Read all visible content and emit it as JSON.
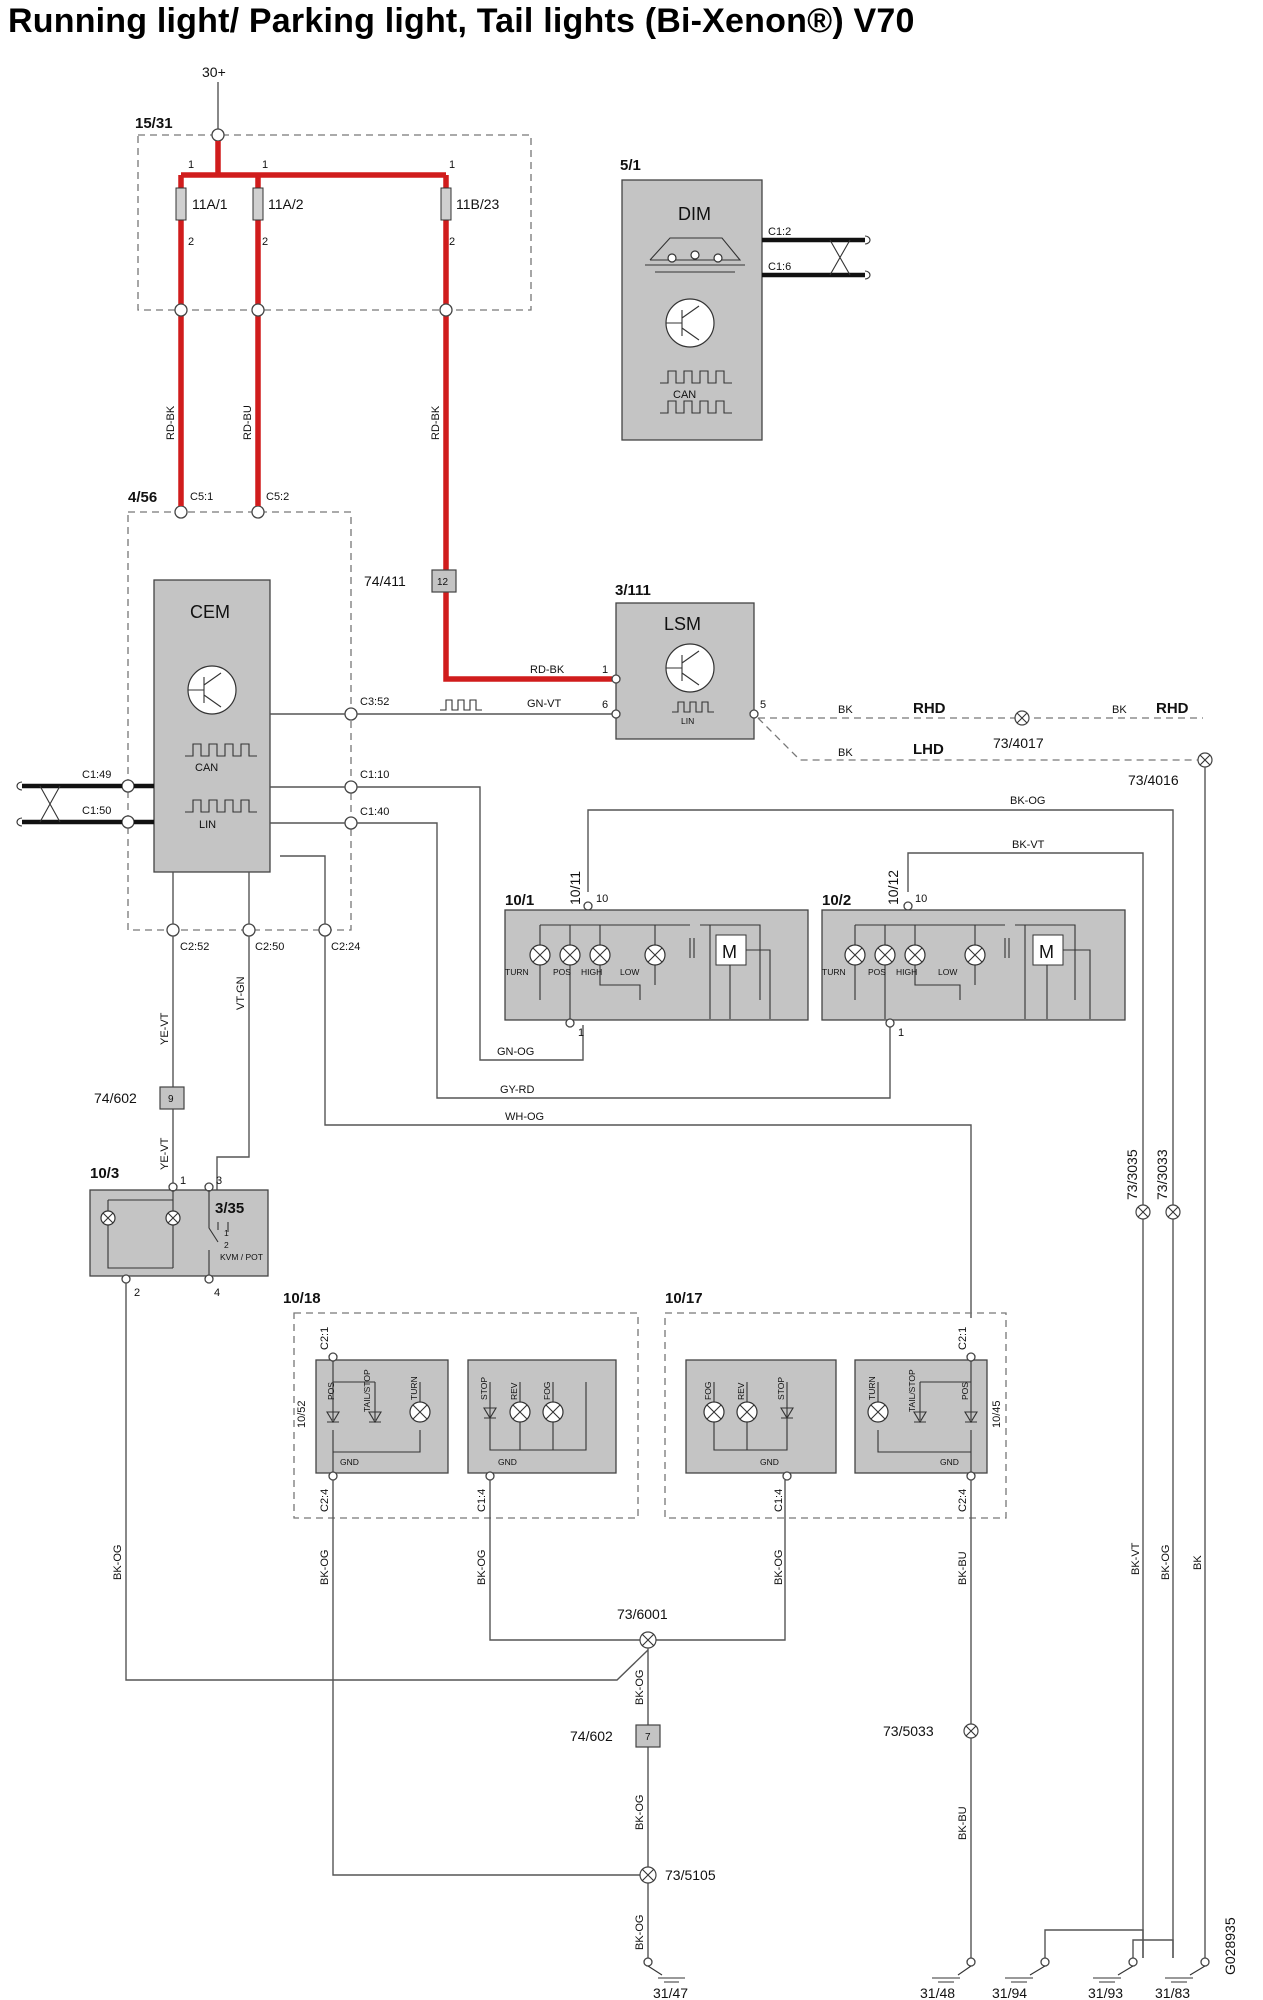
{
  "title": "Running light/ Parking light, Tail lights (Bi-Xenon®) V70",
  "figure_id": "G028935",
  "supply": "30+",
  "fuse_box": {
    "id": "15/31",
    "fuses": [
      {
        "name": "11A/1",
        "pin_in": "1",
        "pin_out": "2"
      },
      {
        "name": "11A/2",
        "pin_in": "1",
        "pin_out": "2"
      },
      {
        "name": "11B/23",
        "pin_in": "1",
        "pin_out": "2"
      }
    ]
  },
  "wire_colors": {
    "rd_bk": "RD-BK",
    "rd_bu": "RD-BU",
    "gn_vt": "GN-VT",
    "bk": "BK",
    "bk_og": "BK-OG",
    "bk_vt": "BK-VT",
    "gn_og": "GN-OG",
    "gy_rd": "GY-RD",
    "wh_og": "WH-OG",
    "ye_vt": "YE-VT",
    "vt_gn": "VT-GN",
    "bk_bu": "BK-BU"
  },
  "dim": {
    "id": "5/1",
    "name": "DIM",
    "bus": "CAN",
    "pins": [
      "C1:2",
      "C1:6"
    ]
  },
  "cem": {
    "id": "4/56",
    "name": "CEM",
    "bus_can": "CAN",
    "bus_lin": "LIN",
    "pins": {
      "c5_1": "C5:1",
      "c5_2": "C5:2",
      "c3_52": "C3:52",
      "c1_10": "C1:10",
      "c1_40": "C1:40",
      "c1_49": "C1:49",
      "c1_50": "C1:50",
      "c2_52": "C2:52",
      "c2_50": "C2:50",
      "c2_24": "C2:24"
    }
  },
  "lsm": {
    "id": "3/111",
    "name": "LSM",
    "bus": "LIN",
    "pins": [
      "1",
      "6",
      "5"
    ]
  },
  "connectors": {
    "c74_411": "74/411",
    "c74_411_pin": "12",
    "c74_602a": "74/602",
    "c74_602a_pin": "9",
    "c74_602b": "74/602",
    "c74_602b_pin": "7"
  },
  "steering": {
    "rhd": "RHD",
    "lhd": "LHD"
  },
  "splices": {
    "s4017": "73/4017",
    "s4016": "73/4016",
    "s3035": "73/3035",
    "s3033": "73/3033",
    "s6001": "73/6001",
    "s5033": "73/5033",
    "s5105": "73/5105"
  },
  "headlamps": [
    {
      "id": "10/1",
      "conn": "10/11",
      "pin_top": "10",
      "pin_bottom": "1",
      "bulbs": [
        "TURN",
        "POS",
        "HIGH",
        "LOW"
      ],
      "motor": "M"
    },
    {
      "id": "10/2",
      "conn": "10/12",
      "pin_top": "10",
      "pin_bottom": "1",
      "bulbs": [
        "TURN",
        "POS",
        "HIGH",
        "LOW"
      ],
      "motor": "M"
    }
  ],
  "plate_light": {
    "id": "10/3",
    "switch_id": "3/35",
    "switch_label": "KVM / POT",
    "pins": [
      "1",
      "3",
      "2",
      "4"
    ],
    "switch_pins": [
      "1",
      "2"
    ]
  },
  "rear_left": {
    "id": "10/18",
    "conn": "10/52",
    "pin_top": "C2:1",
    "pin_gnd": "C2:4",
    "pin_gnd2": "C1:4",
    "outer": [
      "POS",
      "TAIL/STOP",
      "TURN"
    ],
    "inner": [
      "STOP",
      "REV",
      "FOG"
    ],
    "gnd": "GND"
  },
  "rear_right": {
    "id": "10/17",
    "conn": "10/45",
    "pin_top": "C2:1",
    "pin_gnd": "C2:4",
    "pin_gnd2": "C1:4",
    "outer": [
      "TURN",
      "TAIL/STOP",
      "POS"
    ],
    "inner": [
      "FOG",
      "REV",
      "STOP"
    ],
    "gnd": "GND"
  },
  "grounds": [
    "31/47",
    "31/48",
    "31/94",
    "31/93",
    "31/83"
  ],
  "colors": {
    "power_wire": "#d01c1c",
    "module_fill": "#c4c4c4",
    "wire": "#555555"
  }
}
